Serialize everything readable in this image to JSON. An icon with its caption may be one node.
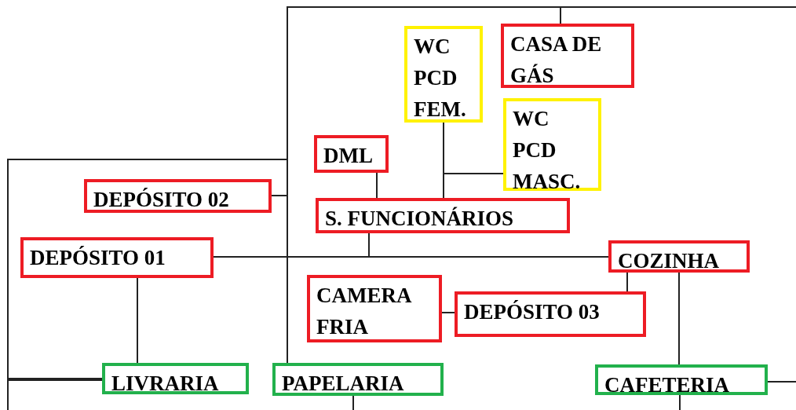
{
  "diagram": {
    "nodes": [
      {
        "text": [
          "WC PCD FEM."
        ]
      },
      {
        "text": [
          "CASA DE GÁS"
        ]
      },
      {
        "text": [
          "DML"
        ]
      },
      {
        "text": [
          "WC PCD MASC."
        ]
      },
      {
        "text": [
          "DEPÓSITO 02"
        ]
      },
      {
        "text": [
          "S. FUNCIONÁRIOS"
        ]
      },
      {
        "text": [
          "DEPÓSITO 01"
        ]
      },
      {
        "text": [
          "COZINHA"
        ]
      },
      {
        "text": [
          "CAMERA FRIA"
        ]
      },
      {
        "text": [
          "DEPÓSITO 03"
        ]
      },
      {
        "text": [
          "LIVRARIA"
        ]
      },
      {
        "text": [
          "PAPELARIA"
        ]
      },
      {
        "text": [
          "CAFETERIA"
        ]
      }
    ],
    "edges": [
      {
        "from": 1,
        "to": 11,
        "arrow": "none"
      },
      {
        "from": 4,
        "to": 11,
        "arrow": "none"
      },
      {
        "from": 1,
        "to": 10,
        "arrow": "none"
      },
      {
        "from": 6,
        "to": 7,
        "arrow": "none"
      },
      {
        "from": 5,
        "to": 6,
        "arrow": "none"
      },
      {
        "from": 5,
        "to": 7,
        "arrow": "none"
      },
      {
        "from": 2,
        "to": 5,
        "arrow": "none"
      },
      {
        "from": 0,
        "to": 5,
        "arrow": "none"
      },
      {
        "from": 0,
        "to": 3,
        "arrow": "none"
      },
      {
        "from": 7,
        "to": 9,
        "arrow": "none"
      },
      {
        "from": 7,
        "to": 12,
        "arrow": "none"
      },
      {
        "from": 8,
        "to": 9,
        "arrow": "none"
      },
      {
        "from": 6,
        "to": 10,
        "arrow": "none"
      },
      {
        "from": 12,
        "to": null,
        "arrow": "none"
      },
      {
        "from": 11,
        "to": null,
        "arrow": "none"
      },
      {
        "from": 12,
        "to": null,
        "arrow": "none"
      },
      {
        "from": 1,
        "to": null,
        "arrow": "none"
      },
      {
        "from": 10,
        "to": null,
        "arrow": "none"
      }
    ]
  }
}
